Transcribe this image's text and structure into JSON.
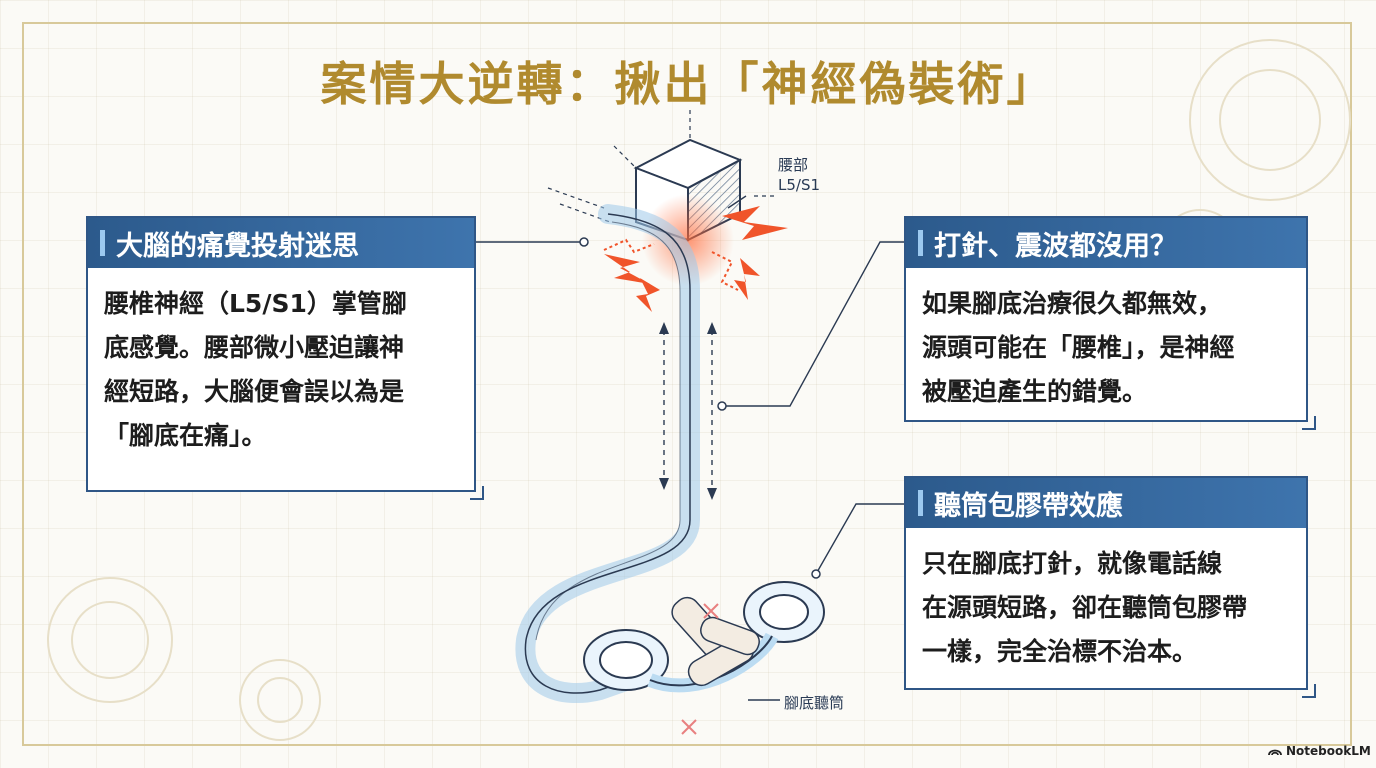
{
  "title": "案情大逆轉：揪出「神經偽裝術」",
  "cards": [
    {
      "heading": "大腦的痛覺投射迷思",
      "lines": [
        "腰椎神經（L5/S1）掌管腳",
        "底感覺。腰部微小壓迫讓神",
        "經短路，大腦便會誤以為是",
        "「腳底在痛」。"
      ]
    },
    {
      "heading": "打針、震波都沒用？",
      "lines": [
        "如果腳底治療很久都無效，",
        "源頭可能在「腰椎」，是神經",
        "被壓迫產生的錯覺。"
      ]
    },
    {
      "heading": "聽筒包膠帶效應",
      "lines": [
        "只在腳底打針，就像電話線",
        "在源頭短路，卻在聽筒包膠帶",
        "一樣，完全治標不治本。"
      ]
    }
  ],
  "labels": {
    "waist": "腰部",
    "spine_level": "L5/S1",
    "receiver": "腳底聽筒"
  },
  "brand": "NotebookLM",
  "colors": {
    "title": "#b08a2e",
    "card_header": "#2f5a8c",
    "spark": "#f0542a",
    "cord": "#9fc8ea"
  }
}
